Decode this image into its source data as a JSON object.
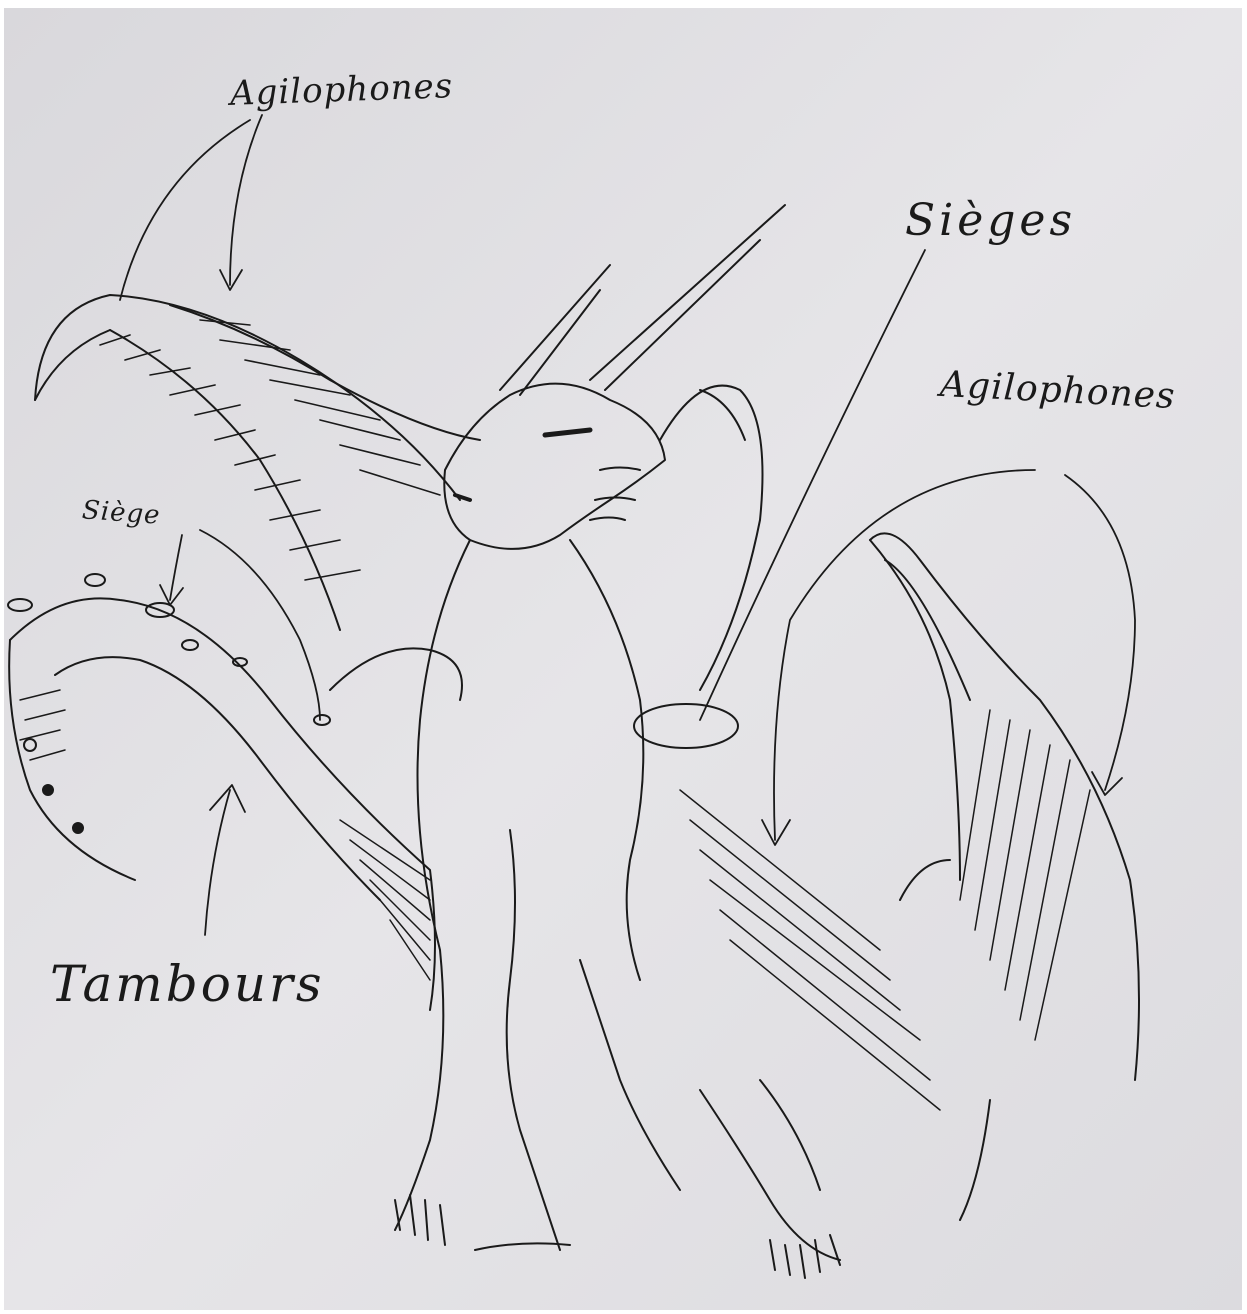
{
  "labels": {
    "agilophones_top": "Agilophones",
    "sieges_right": "Sièges",
    "agilophones_right": "Agilophones",
    "siege_left": "Siège",
    "tambours": "Tambours"
  },
  "colors": {
    "paper": "#e4e3e6",
    "ink": "#1a1a1a",
    "border": "#ffffff"
  }
}
